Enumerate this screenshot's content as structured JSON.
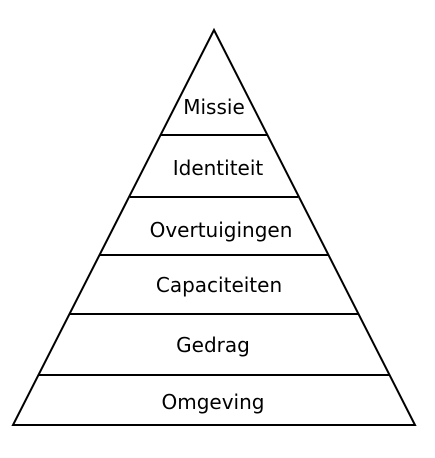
{
  "diagram": {
    "type": "pyramid",
    "stroke_color": "#000000",
    "fill_color": "#ffffff",
    "levels": [
      {
        "label": "Missie"
      },
      {
        "label": "Identiteit"
      },
      {
        "label": "Overtuigingen"
      },
      {
        "label": "Capaciteiten"
      },
      {
        "label": "Gedrag"
      },
      {
        "label": "Omgeving"
      }
    ]
  }
}
